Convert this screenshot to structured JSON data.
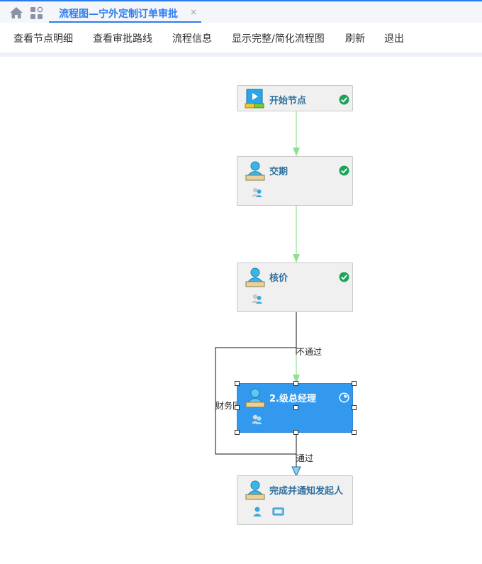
{
  "tabbar": {
    "tab_title": "流程图—宁外定制订单审批",
    "close_glyph": "×"
  },
  "toolbar": {
    "items": [
      "查看节点明细",
      "查看审批路线",
      "流程信息",
      "显示完整/简化流程图",
      "刷新",
      "退出"
    ]
  },
  "flow": {
    "nodes": [
      {
        "title": "开始节点",
        "status": "completed"
      },
      {
        "title": "交期",
        "status": "completed"
      },
      {
        "title": "核价",
        "status": "completed"
      },
      {
        "title": "2.级总经理",
        "status": "in-progress",
        "selected": true
      },
      {
        "title": "完成并通知发起人",
        "status": "pending"
      }
    ],
    "edge_labels": {
      "reject": "不通过",
      "finance_agree": "财务同意",
      "pass": "通过"
    }
  },
  "colors": {
    "accent": "#2f7cf0",
    "selected_node": "#3399ee",
    "approved_line": "#8fe08f",
    "check": "#1ea35c"
  }
}
